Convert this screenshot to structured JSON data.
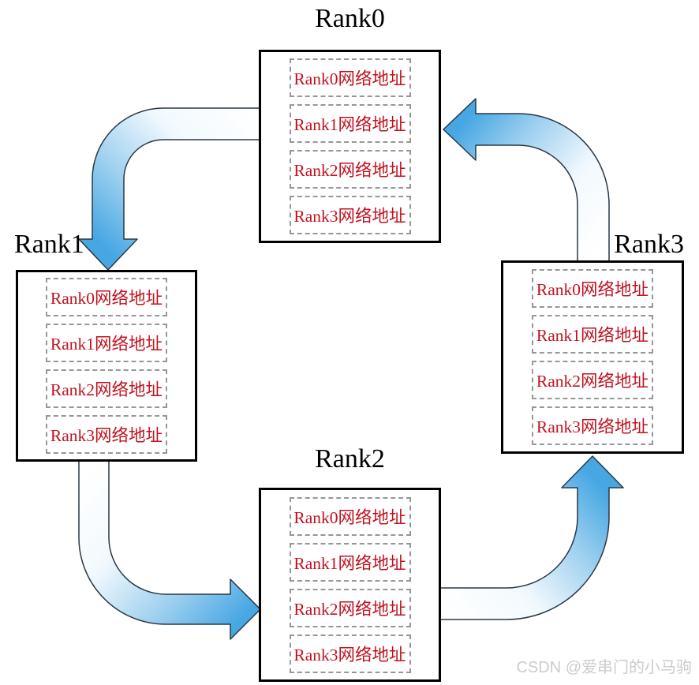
{
  "diagram": {
    "description": "Ring topology of four ranks, each node storing the network addresses of all ranks",
    "nodes": [
      {
        "id": "rank0",
        "label": "Rank0",
        "entries": [
          "Rank0网络地址",
          "Rank1网络地址",
          "Rank2网络地址",
          "Rank3网络地址"
        ]
      },
      {
        "id": "rank1",
        "label": "Rank1",
        "entries": [
          "Rank0网络地址",
          "Rank1网络地址",
          "Rank2网络地址",
          "Rank3网络地址"
        ]
      },
      {
        "id": "rank2",
        "label": "Rank2",
        "entries": [
          "Rank0网络地址",
          "Rank1网络地址",
          "Rank2网络地址",
          "Rank3网络地址"
        ]
      },
      {
        "id": "rank3",
        "label": "Rank3",
        "entries": [
          "Rank0网络地址",
          "Rank1网络地址",
          "Rank2网络地址",
          "Rank3网络地址"
        ]
      }
    ],
    "edges": [
      {
        "from": "Rank0",
        "to": "Rank1"
      },
      {
        "from": "Rank1",
        "to": "Rank2"
      },
      {
        "from": "Rank2",
        "to": "Rank3"
      },
      {
        "from": "Rank3",
        "to": "Rank0"
      }
    ],
    "colors": {
      "arrow_blue": "#47a7e3",
      "arrow_gradient_start": "#ffffff",
      "arrow_outline": "#2a3844",
      "node_border": "#000000",
      "entry_border": "#979797",
      "entry_text": "#c1121f",
      "title_text": "#000000"
    }
  },
  "watermark": {
    "text": "CSDN @爱串门的小马驹"
  }
}
